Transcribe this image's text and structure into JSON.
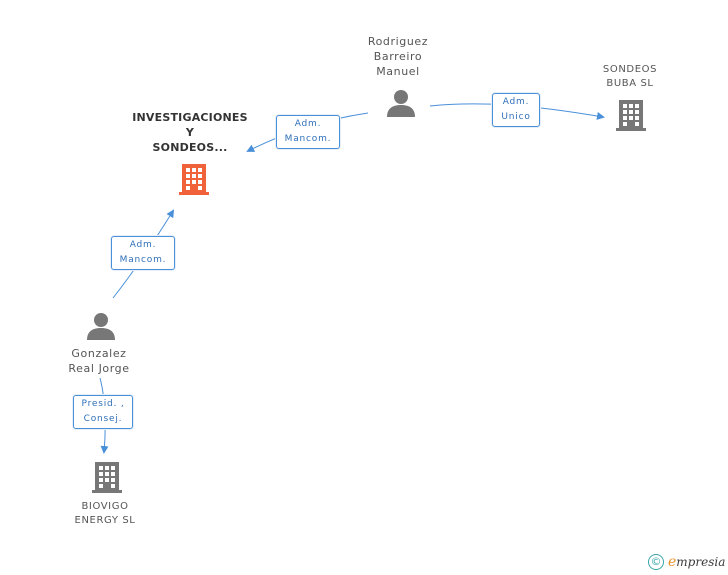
{
  "nodes": {
    "investigaciones": {
      "lines": [
        "INVESTIGACIONES",
        "Y",
        "SONDEOS..."
      ],
      "type": "company",
      "highlight": true
    },
    "rodriguez": {
      "lines": [
        "Rodriguez",
        "Barreiro",
        "Manuel"
      ],
      "type": "person"
    },
    "sondeos_buba": {
      "lines": [
        "SONDEOS",
        "BUBA SL"
      ],
      "type": "company"
    },
    "gonzalez": {
      "lines": [
        "Gonzalez",
        "Real Jorge"
      ],
      "type": "person"
    },
    "biovigo": {
      "lines": [
        "BIOVIGO",
        "ENERGY SL"
      ],
      "type": "company"
    }
  },
  "edges": {
    "rodriguez_investigaciones": {
      "lines": [
        "Adm.",
        "Mancom."
      ]
    },
    "rodriguez_sondeos": {
      "lines": [
        "Adm.",
        "Unico"
      ]
    },
    "gonzalez_investigaciones": {
      "lines": [
        "Adm.",
        "Mancom."
      ]
    },
    "gonzalez_biovigo": {
      "lines": [
        "Presid. ,",
        "Consej."
      ]
    }
  },
  "footer": {
    "copyright_symbol": "©",
    "brand_initial": "e",
    "brand_rest": "mpresia"
  },
  "colors": {
    "edge": "#4a90d9",
    "highlight_company": "#f0623a",
    "company": "#777777",
    "person": "#777777"
  },
  "icons": {
    "person": "person-icon",
    "company": "building-icon"
  }
}
